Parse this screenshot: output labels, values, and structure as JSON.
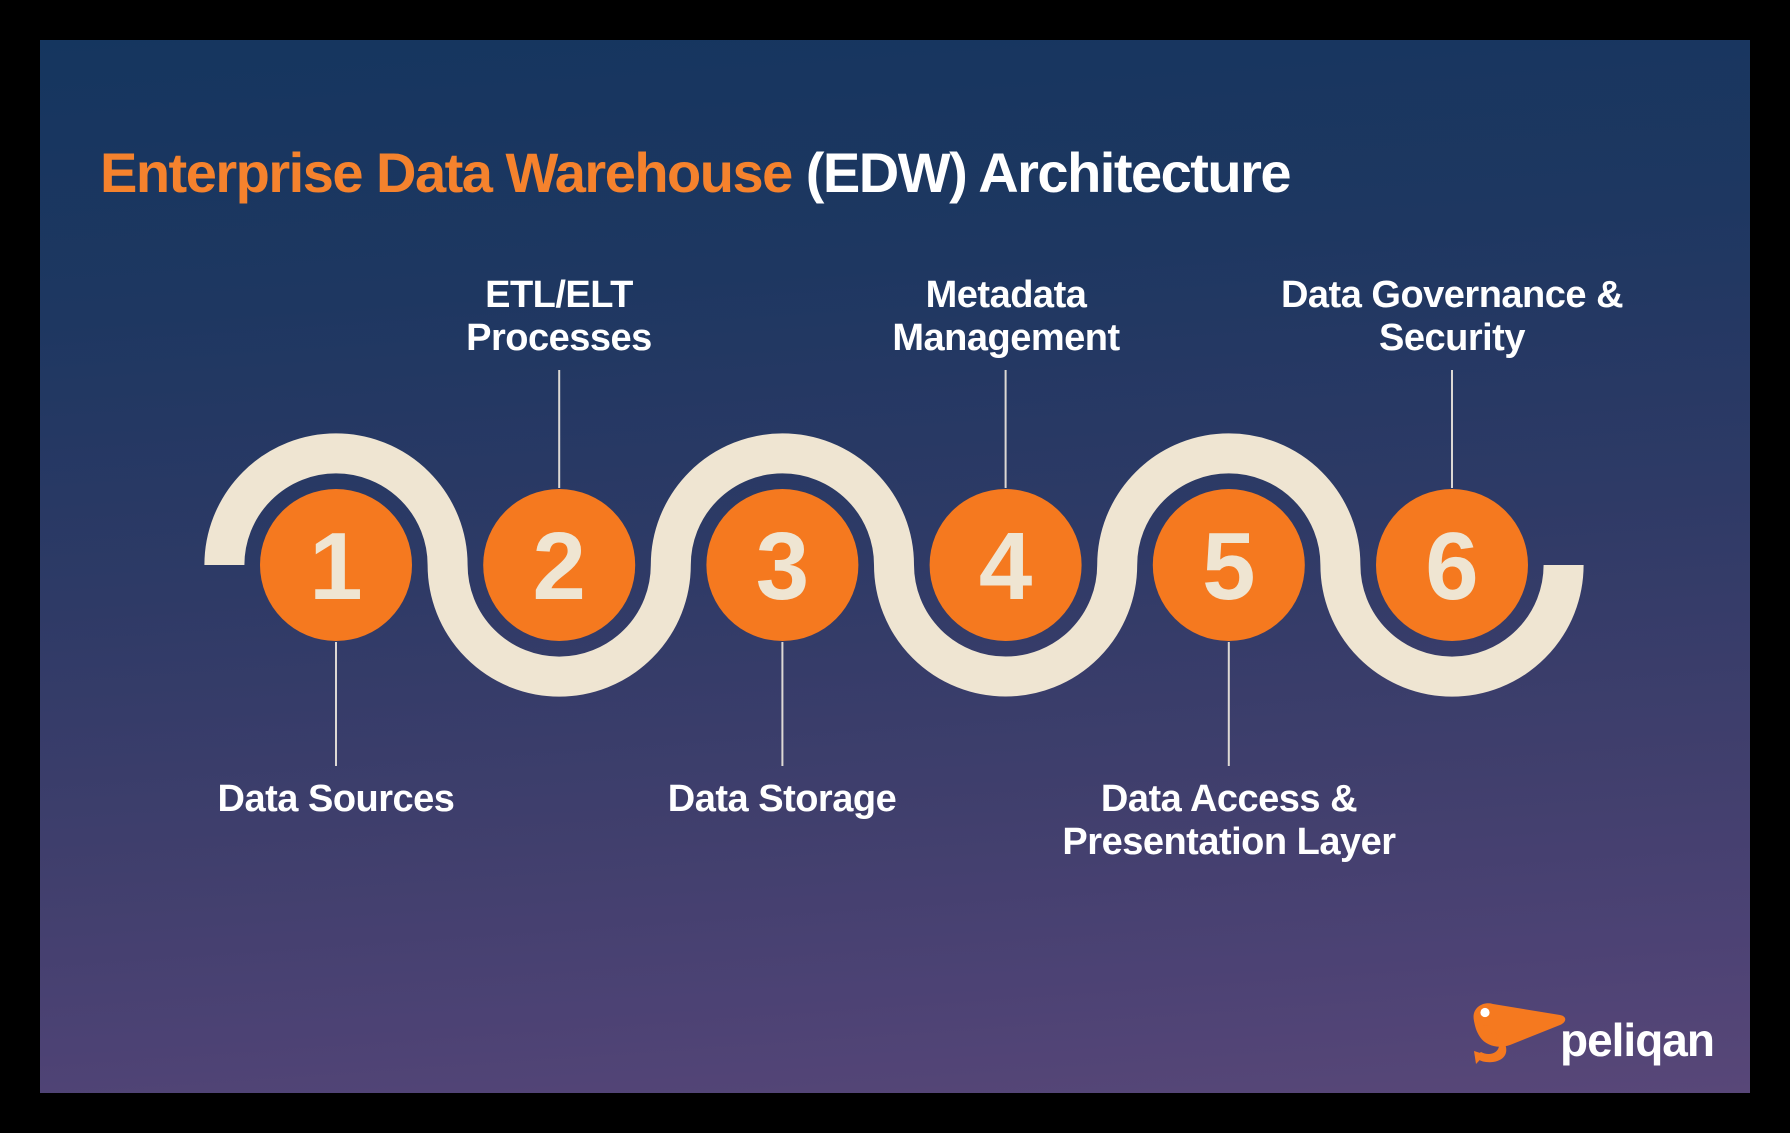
{
  "title": {
    "highlight": "Enterprise Data Warehouse",
    "rest": "(EDW) Architecture"
  },
  "steps": [
    {
      "number": "1",
      "lines": [
        "Data Sources"
      ],
      "label_position": "bottom"
    },
    {
      "number": "2",
      "lines": [
        "ETL/ELT",
        "Processes"
      ],
      "label_position": "top"
    },
    {
      "number": "3",
      "lines": [
        "Data Storage"
      ],
      "label_position": "bottom"
    },
    {
      "number": "4",
      "lines": [
        "Metadata",
        "Management"
      ],
      "label_position": "top"
    },
    {
      "number": "5",
      "lines": [
        "Data Access &",
        "Presentation Layer"
      ],
      "label_position": "bottom"
    },
    {
      "number": "6",
      "lines": [
        "Data Governance &",
        "Security"
      ],
      "label_position": "top"
    }
  ],
  "logo": {
    "text": "peliqan",
    "icon": "pelican-icon"
  },
  "colors": {
    "accent_orange": "#F5791F",
    "title_orange": "#F5822D",
    "cream": "#EFE5D2",
    "label_white": "#FFFFFF",
    "bg_top": "#15365F",
    "bg_bottom": "#584778",
    "frame_black": "#000000"
  }
}
